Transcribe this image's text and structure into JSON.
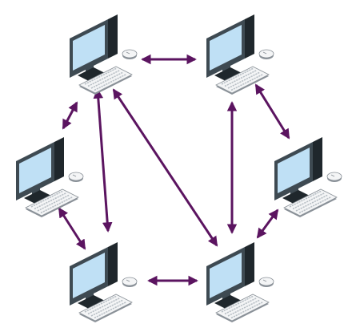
{
  "diagram": {
    "type": "peer-to-peer network",
    "node_icon": "desktop-computer-icon",
    "node_count": 6,
    "nodes": [
      {
        "id": "pc-top-left"
      },
      {
        "id": "pc-top-right"
      },
      {
        "id": "pc-middle-left"
      },
      {
        "id": "pc-middle-right"
      },
      {
        "id": "pc-bottom-left"
      },
      {
        "id": "pc-bottom-right"
      }
    ],
    "connections": [
      {
        "from": "pc-top-left",
        "to": "pc-top-right",
        "direction": "both"
      },
      {
        "from": "pc-top-left",
        "to": "pc-middle-left",
        "direction": "both"
      },
      {
        "from": "pc-top-left",
        "to": "pc-bottom-left",
        "direction": "both"
      },
      {
        "from": "pc-top-left",
        "to": "pc-bottom-right",
        "direction": "both"
      },
      {
        "from": "pc-top-right",
        "to": "pc-middle-right",
        "direction": "both"
      },
      {
        "from": "pc-top-right",
        "to": "pc-bottom-right",
        "direction": "both"
      },
      {
        "from": "pc-middle-left",
        "to": "pc-bottom-left",
        "direction": "both"
      },
      {
        "from": "pc-middle-right",
        "to": "pc-bottom-right",
        "direction": "both"
      },
      {
        "from": "pc-bottom-left",
        "to": "pc-bottom-right",
        "direction": "both"
      }
    ],
    "colors": {
      "arrow": "#5b1460",
      "screen": "#bfe0f5",
      "frame": "#3e4a52",
      "frame_side": "#1f272c",
      "keyboard": "#f4f5f6",
      "keyboard_edge": "#8a9198",
      "keys": "#b9c0c6",
      "mouse": "#f4f5f6"
    }
  }
}
